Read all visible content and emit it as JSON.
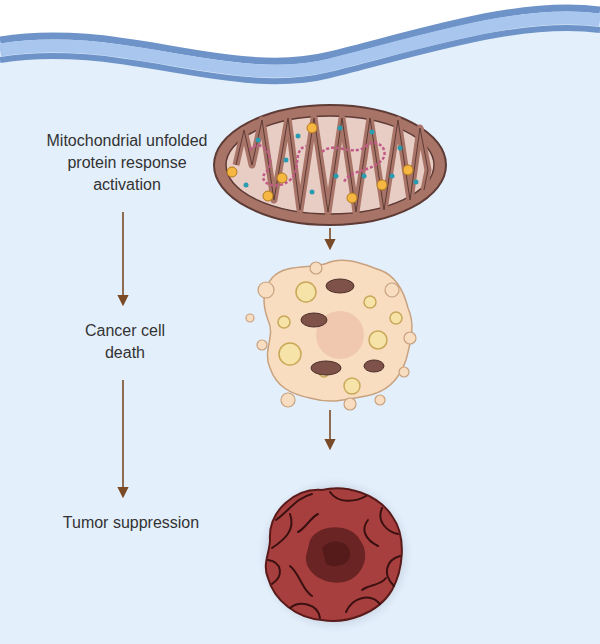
{
  "diagram": {
    "nodes": [
      {
        "text": [
          "Mitochondrial unfolded protein response activation"
        ]
      },
      {
        "text": [
          "Cancer cell death"
        ]
      },
      {
        "text": [
          "Tumor suppression"
        ]
      }
    ],
    "edges": [
      {
        "from": 0,
        "to": 1,
        "arrow": "to"
      },
      {
        "from": 1,
        "to": 2,
        "arrow": "to"
      }
    ]
  }
}
